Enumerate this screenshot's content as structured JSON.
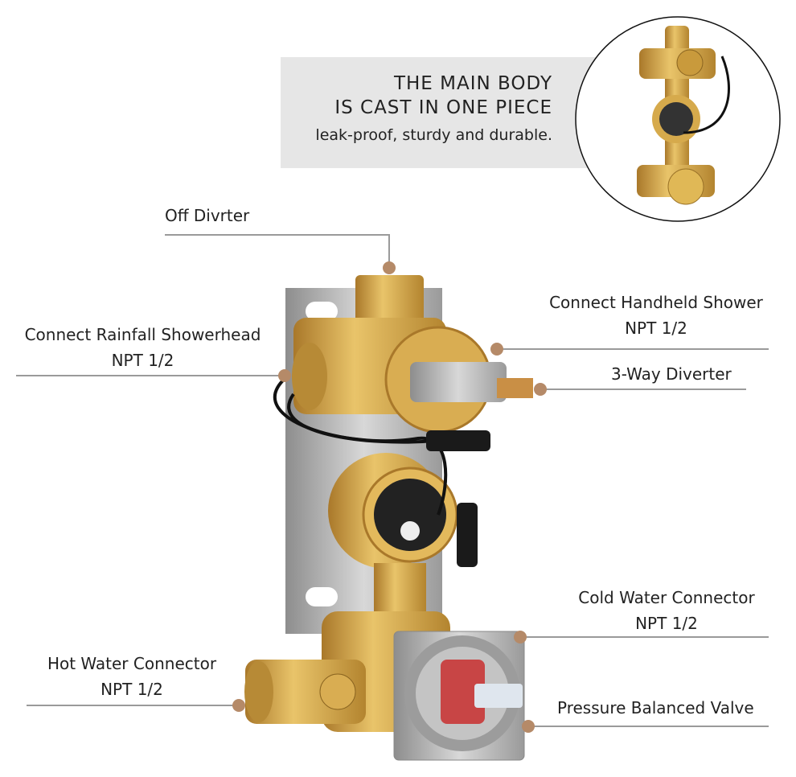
{
  "banner": {
    "line1": "THE MAIN BODY",
    "line2": "IS CAST IN ONE PIECE",
    "subtitle": "leak-proof, sturdy and durable."
  },
  "callouts": {
    "off_diverter": "Off Divrter",
    "handheld": {
      "title": "Connect Handheld Shower",
      "spec": "NPT 1/2"
    },
    "diverter_3way": "3-Way Diverter",
    "rainfall": {
      "title": "Connect Rainfall Showerhead",
      "spec": "NPT 1/2"
    },
    "cold": {
      "title": "Cold Water Connector",
      "spec": "NPT 1/2"
    },
    "hot": {
      "title": "Hot Water Connector",
      "spec": "NPT 1/2"
    },
    "pressure": "Pressure Balanced Valve"
  },
  "colors": {
    "dot": "#b58a68",
    "line": "#9a9a9a",
    "brass": "#d4a544",
    "banner": "#e6e6e6"
  }
}
